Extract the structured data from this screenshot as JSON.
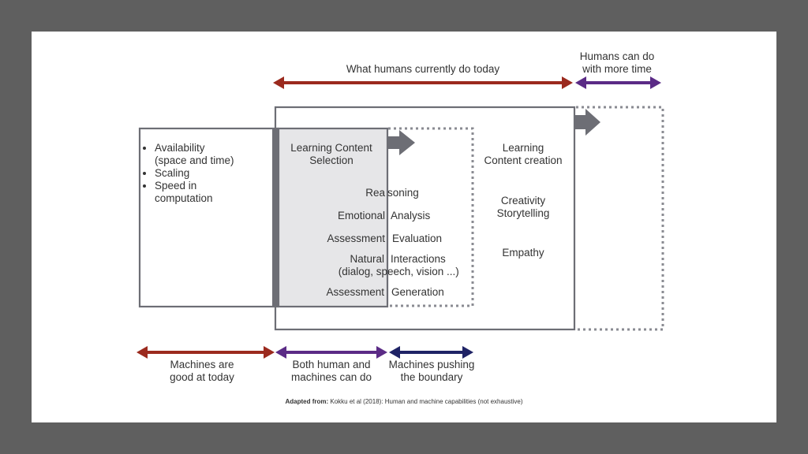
{
  "top_arrows": {
    "current": "What humans currently do today",
    "future_line1": "Humans can do",
    "future_line2": "with more time"
  },
  "machine_box": {
    "items": [
      "Availability",
      "(space and time)",
      "Scaling",
      "Speed in",
      "computation"
    ]
  },
  "both_box": {
    "title_line1": "Learning Content",
    "title_line2": "Selection"
  },
  "middle_items": [
    {
      "left": "Rea",
      "right": "soning"
    },
    {
      "left": "Emotional",
      "right": "Analysis"
    },
    {
      "left": "Assessment",
      "right": "Evaluation"
    },
    {
      "left": "Natural",
      "right": "Interactions"
    },
    {
      "left": "(dialog, sp",
      "right": "eech, vision ...)"
    },
    {
      "left": "Assessment",
      "right": "Generation"
    }
  ],
  "human_items": {
    "item1_line1": "Learning",
    "item1_line2": "Content creation",
    "item2_line1": "Creativity",
    "item2_line2": "Storytelling",
    "item3": "Empathy"
  },
  "bottom_arrows": {
    "machines_line1": "Machines are",
    "machines_line2": "good at today",
    "both_line1": "Both human and",
    "both_line2": "machines can do",
    "pushing_line1": "Machines pushing",
    "pushing_line2": "the boundary"
  },
  "caption": {
    "bold": "Adapted from:",
    "text": " Kokku et al (2018): Human and machine capabilities (not exhaustive)"
  },
  "colors": {
    "red_arrow": "#9b2a1e",
    "purple_arrow": "#5b2b86",
    "navy_arrow": "#1f2366",
    "box_border": "#6d6e75",
    "shaded_fill": "#e6e6e8"
  }
}
